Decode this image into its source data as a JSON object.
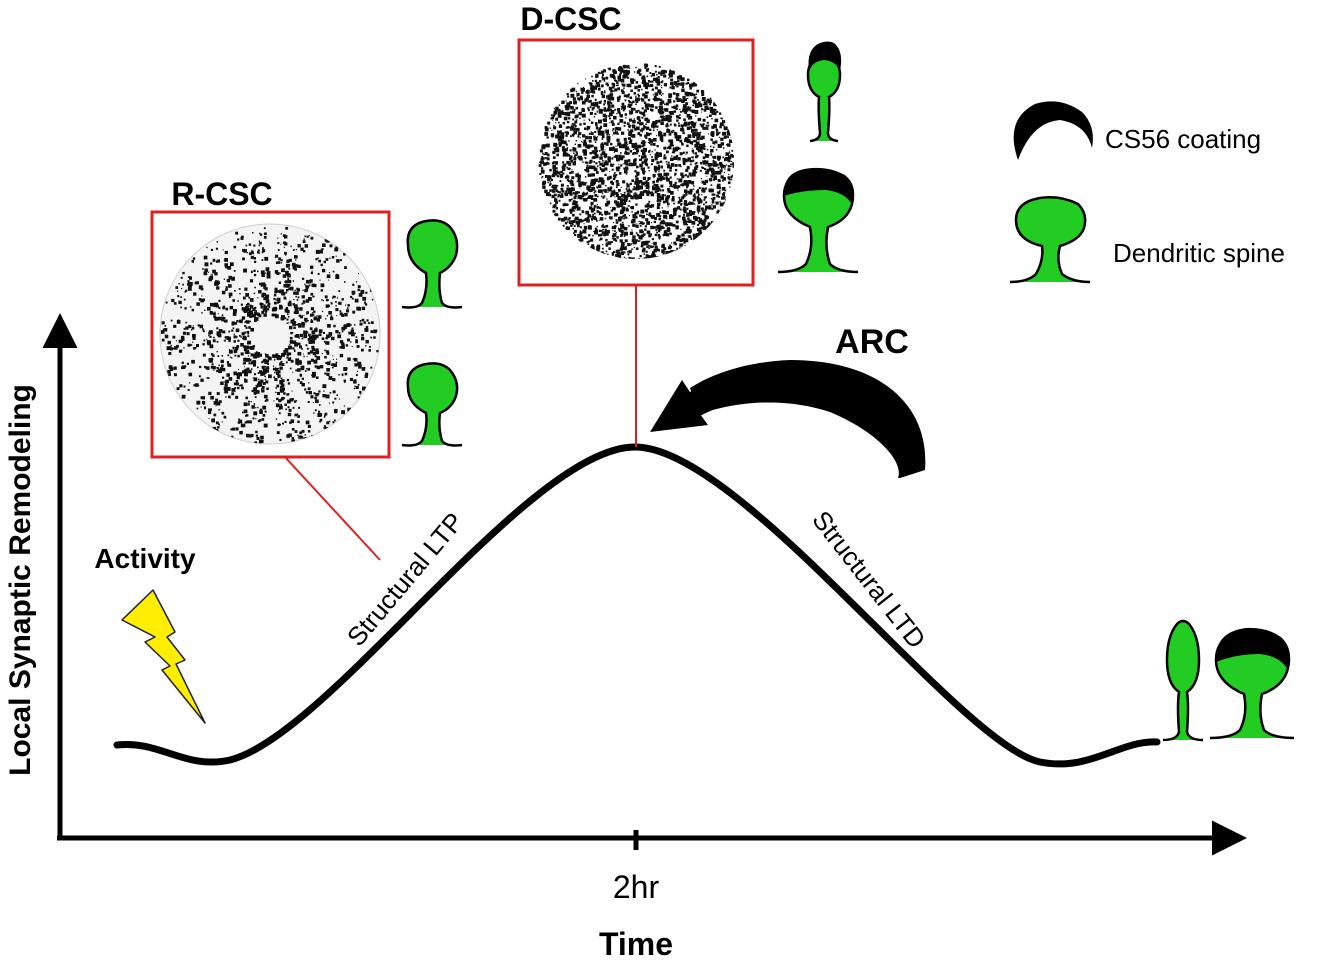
{
  "labels": {
    "r_csc": "R-CSC",
    "d_csc": "D-CSC",
    "arc": "ARC",
    "activity": "Activity",
    "structural_ltp": "Structural LTP",
    "structural_ltd": "Structural LTD",
    "y_axis": "Local Synaptic Remodeling",
    "x_axis": "Time",
    "x_tick": "2hr"
  },
  "legend": {
    "coating": "CS56 coating",
    "spine": "Dendritic spine"
  },
  "colors": {
    "spine_green": "#22cc22",
    "box_red": "#e02020",
    "bolt_yellow": "#ffee00",
    "ink": "#000000"
  }
}
